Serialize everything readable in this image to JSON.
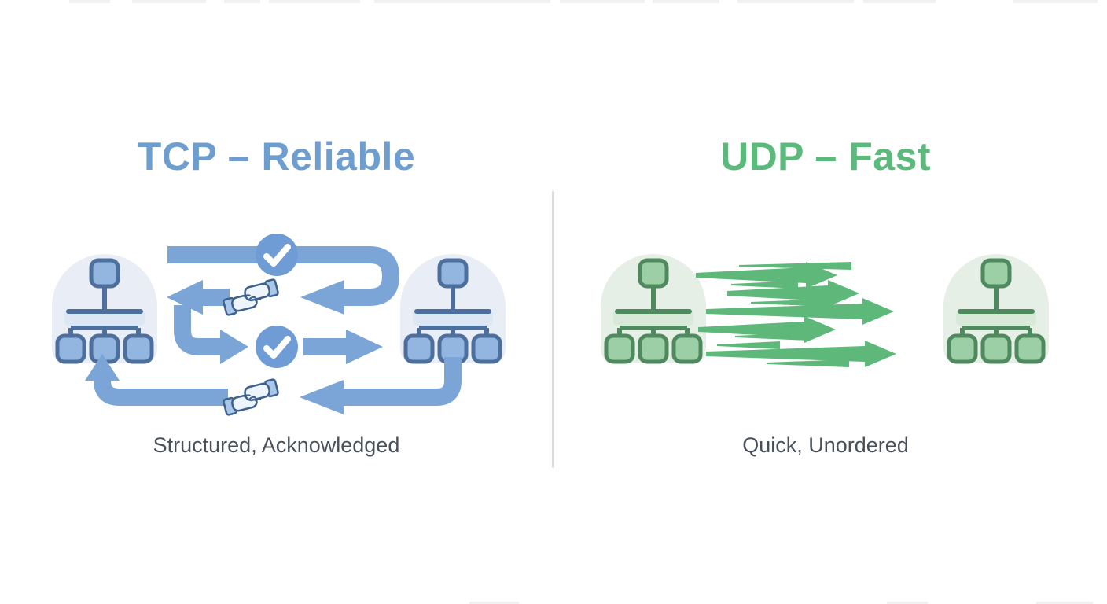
{
  "tcp": {
    "title": "TCP – Reliable",
    "caption": "Structured, Acknowledged"
  },
  "udp": {
    "title": "UDP – Fast",
    "caption": "Quick, Unordered"
  },
  "icons": {
    "network-node-icon": "hierarchy tree of rounded squares inside arch blob",
    "check-icon": "solid circle with white checkmark",
    "handshake-icon": "two clasped hands with sleeves",
    "speed-arrow-icon": "tapered right-pointing motion arrow"
  },
  "colors": {
    "background": "#ffffff",
    "edge_artifact": "#f0f1f2",
    "divider": "#d9d9d9",
    "caption_text": "#475059",
    "tcp_title": "#6d9ecf",
    "tcp_arrow": "#7ba5d7",
    "tcp_check_circle": "#6f9cd4",
    "tcp_node_bg": "#e9eef6",
    "tcp_node_fill": "#92b6df",
    "tcp_node_line": "#4d6f9d",
    "tcp_slab": "#dde7f3",
    "hs_sleeve": "#a9c7e8",
    "hs_hand": "#eef4fb",
    "hs_outline": "#3e618c",
    "udp_title": "#5bb97c",
    "udp_arrow": "#5db87a",
    "udp_node_bg": "#e5efe6",
    "udp_node_fill": "#9ccfa5",
    "udp_node_line": "#4f8a5f",
    "udp_slab": "#d8e9da"
  }
}
